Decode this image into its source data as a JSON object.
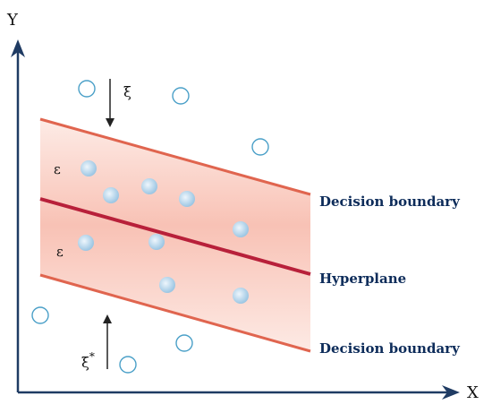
{
  "axes": {
    "y_label": "Y",
    "x_label": "X"
  },
  "lines": {
    "upper_boundary_label": "Decision boundary",
    "hyperplane_label": "Hyperplane",
    "lower_boundary_label": "Decision boundary"
  },
  "margins": {
    "upper_epsilon": "ε",
    "lower_epsilon": "ε"
  },
  "slack": {
    "top": "ξ",
    "bottom": "ξ",
    "bottom_superscript": "*"
  },
  "colors": {
    "axis": "#1f3b63",
    "boundary": "#e0654f",
    "hyperplane": "#b8203a",
    "band_edge": "#fbd8cf",
    "band_center": "#f7b7a8",
    "label": "#0d2c5a",
    "point_fill_light": "#e6f2fb",
    "point_fill_dark": "#a3cbe6",
    "point_outline": "#4ba0c8"
  },
  "points": {
    "inside_band_count": 9,
    "outside_band_count": 6
  }
}
